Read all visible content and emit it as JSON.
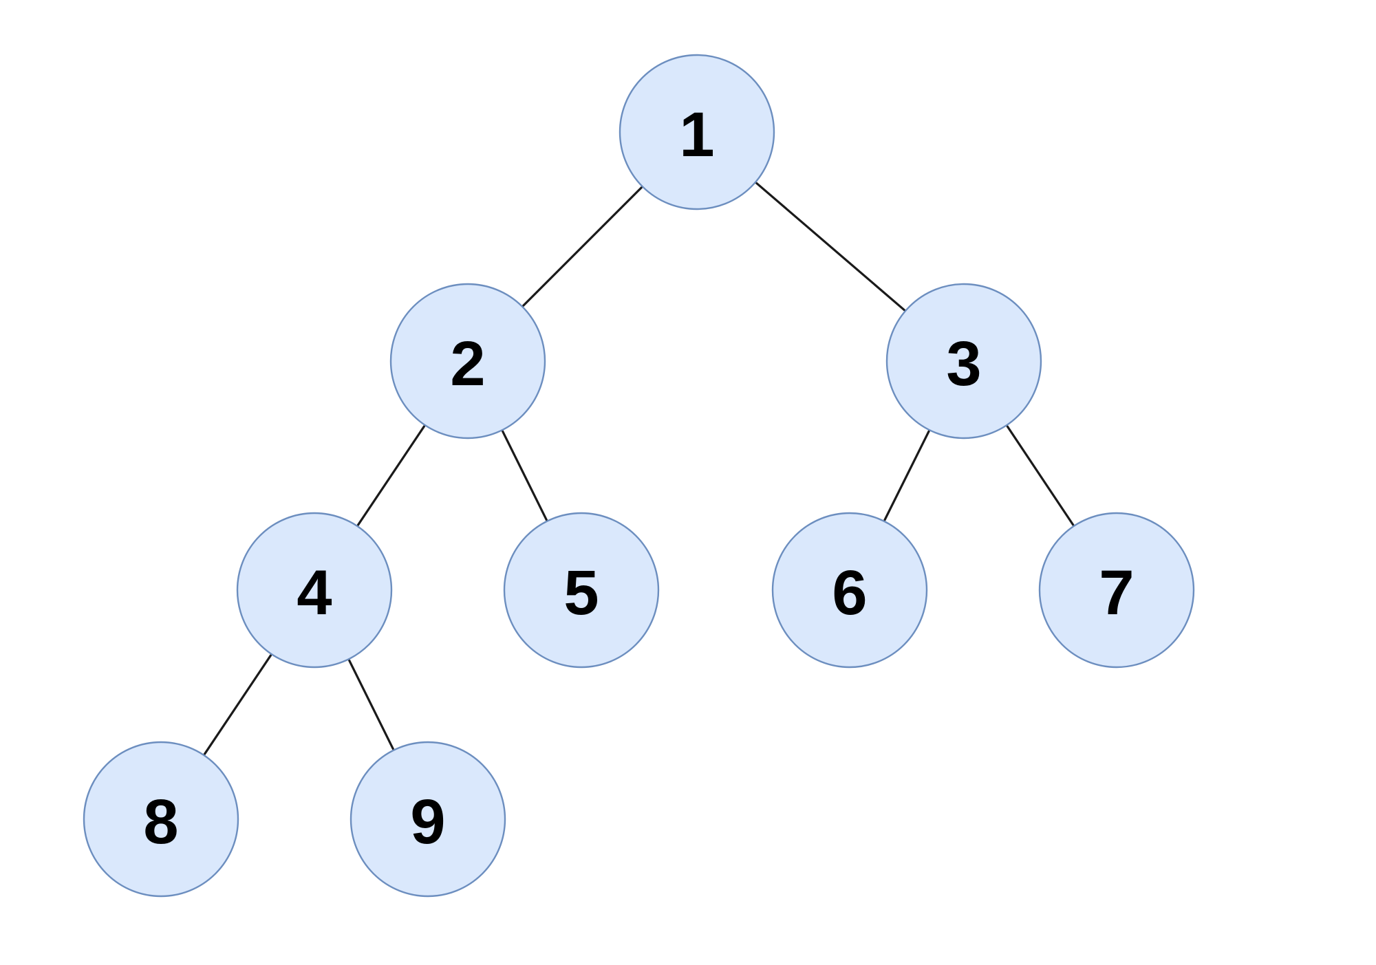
{
  "diagram": {
    "nodes": [
      {
        "id": "n1",
        "label": "1"
      },
      {
        "id": "n2",
        "label": "2"
      },
      {
        "id": "n3",
        "label": "3"
      },
      {
        "id": "n4",
        "label": "4"
      },
      {
        "id": "n5",
        "label": "5"
      },
      {
        "id": "n6",
        "label": "6"
      },
      {
        "id": "n7",
        "label": "7"
      },
      {
        "id": "n8",
        "label": "8"
      },
      {
        "id": "n9",
        "label": "9"
      }
    ],
    "edges": [
      {
        "from": "n1",
        "to": "n2"
      },
      {
        "from": "n1",
        "to": "n3"
      },
      {
        "from": "n2",
        "to": "n4"
      },
      {
        "from": "n2",
        "to": "n5"
      },
      {
        "from": "n3",
        "to": "n6"
      },
      {
        "from": "n3",
        "to": "n7"
      },
      {
        "from": "n4",
        "to": "n8"
      },
      {
        "from": "n4",
        "to": "n9"
      }
    ],
    "colors": {
      "node_fill": "#dae8fc",
      "node_stroke": "#6c8ebf",
      "edge": "#1a1a1a",
      "label": "#000000"
    }
  }
}
